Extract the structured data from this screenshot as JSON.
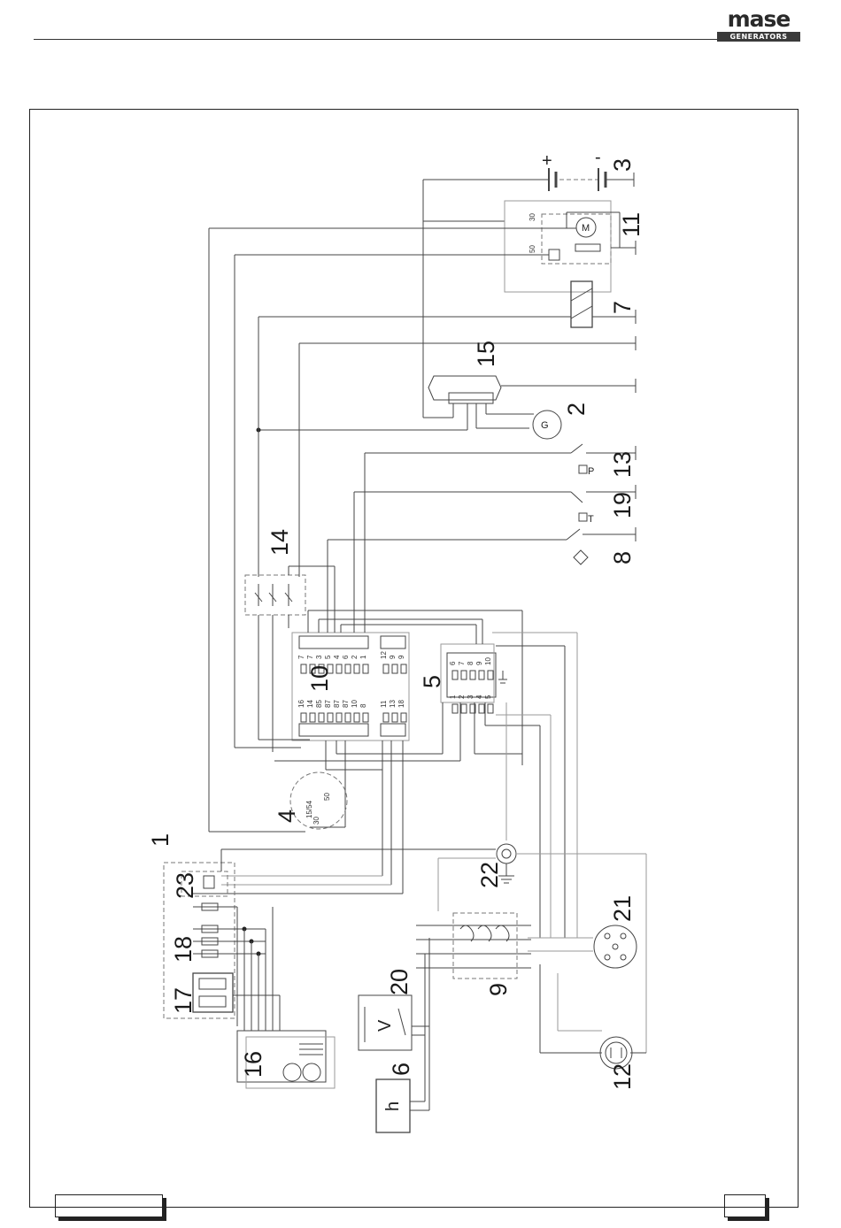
{
  "brand": {
    "name": "mase",
    "sub": "GENERATORS"
  },
  "components": [
    {
      "id": "c1",
      "number": "1"
    },
    {
      "id": "c2",
      "number": "2"
    },
    {
      "id": "c3",
      "number": "3"
    },
    {
      "id": "c4",
      "number": "4"
    },
    {
      "id": "c5",
      "number": "5"
    },
    {
      "id": "c6",
      "number": "6"
    },
    {
      "id": "c7",
      "number": "7"
    },
    {
      "id": "c8",
      "number": "8"
    },
    {
      "id": "c9",
      "number": "9"
    },
    {
      "id": "c10",
      "number": "10"
    },
    {
      "id": "c11",
      "number": "11"
    },
    {
      "id": "c12",
      "number": "12"
    },
    {
      "id": "c13",
      "number": "13"
    },
    {
      "id": "c14",
      "number": "14"
    },
    {
      "id": "c15",
      "number": "15"
    },
    {
      "id": "c16",
      "number": "16"
    },
    {
      "id": "c17",
      "number": "17"
    },
    {
      "id": "c18",
      "number": "18"
    },
    {
      "id": "c19",
      "number": "19"
    },
    {
      "id": "c20",
      "number": "20"
    },
    {
      "id": "c21",
      "number": "21"
    },
    {
      "id": "c22",
      "number": "22"
    },
    {
      "id": "c23",
      "number": "23"
    }
  ],
  "symbols": {
    "plus": "+",
    "minus": "-",
    "motor": "M",
    "generator": "G",
    "voltmeter": "V",
    "hour_meter": "h",
    "pressure": "P",
    "temperature": "T"
  },
  "terminal_labels": {
    "starter_30": "30",
    "starter_50": "50",
    "key_15_54": "15/54",
    "key_30": "30",
    "key_50": "50"
  },
  "relay_board_top": [
    "7",
    "7",
    "3",
    "5",
    "4",
    "6",
    "2",
    "1"
  ],
  "relay_board_top_right": [
    "12",
    "9",
    "9"
  ],
  "relay_board_bottom": [
    "16",
    "14",
    "85",
    "87",
    "87",
    "87",
    "10",
    "8"
  ],
  "relay_board_bottom_right": [
    "11",
    "13",
    "18"
  ],
  "terminal_strip_top": [
    "6",
    "7",
    "8",
    "9",
    "10"
  ],
  "terminal_strip_bottom": [
    "1",
    "2",
    "3",
    "4",
    "5"
  ]
}
